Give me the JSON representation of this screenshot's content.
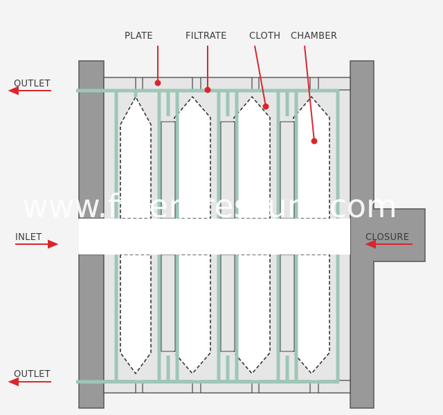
{
  "labels": {
    "plate": "PLATE",
    "filtrate": "FILTRATE",
    "cloth": "CLOTH",
    "chamber": "CHAMBER",
    "outlet_top": "OUTLET",
    "inlet": "INLET",
    "closure": "CLOSURE",
    "outlet_bottom": "OUTLET"
  },
  "watermark": "www.filterpressure.com",
  "colors": {
    "background": "#f4f4f4",
    "frame": "#999999",
    "frame_stroke": "#555555",
    "plate_fill": "#e6e6e6",
    "chamber": "#ffffff",
    "filtrate_pipe": "#9dc7b6",
    "cloth_line": "#333333",
    "pointer": "#d9262c"
  }
}
